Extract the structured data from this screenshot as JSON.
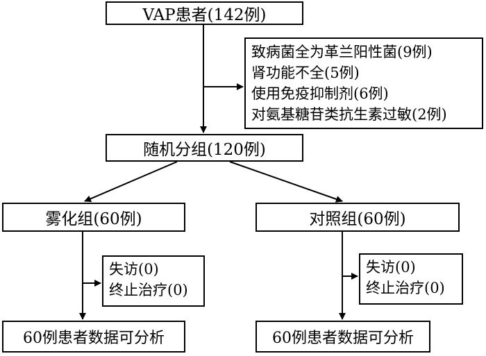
{
  "nodes": {
    "top": "VAP患者(142例)",
    "exclusion": [
      "致病菌全为革兰阳性菌(9例)",
      "肾功能不全(5例)",
      "使用免疫抑制剂(6例)",
      "对氨基糖苷类抗生素过敏(2例)"
    ],
    "random": "随机分组(120例)",
    "group_left": "雾化组(60例)",
    "group_right": "对照组(60例)",
    "loss_left": [
      "失访(0)",
      "终止治疗(0)"
    ],
    "loss_right": [
      "失访(0)",
      "终止治疗(0)"
    ],
    "final_left": "60例患者数据可分析",
    "final_right": "60例患者数据可分析"
  }
}
